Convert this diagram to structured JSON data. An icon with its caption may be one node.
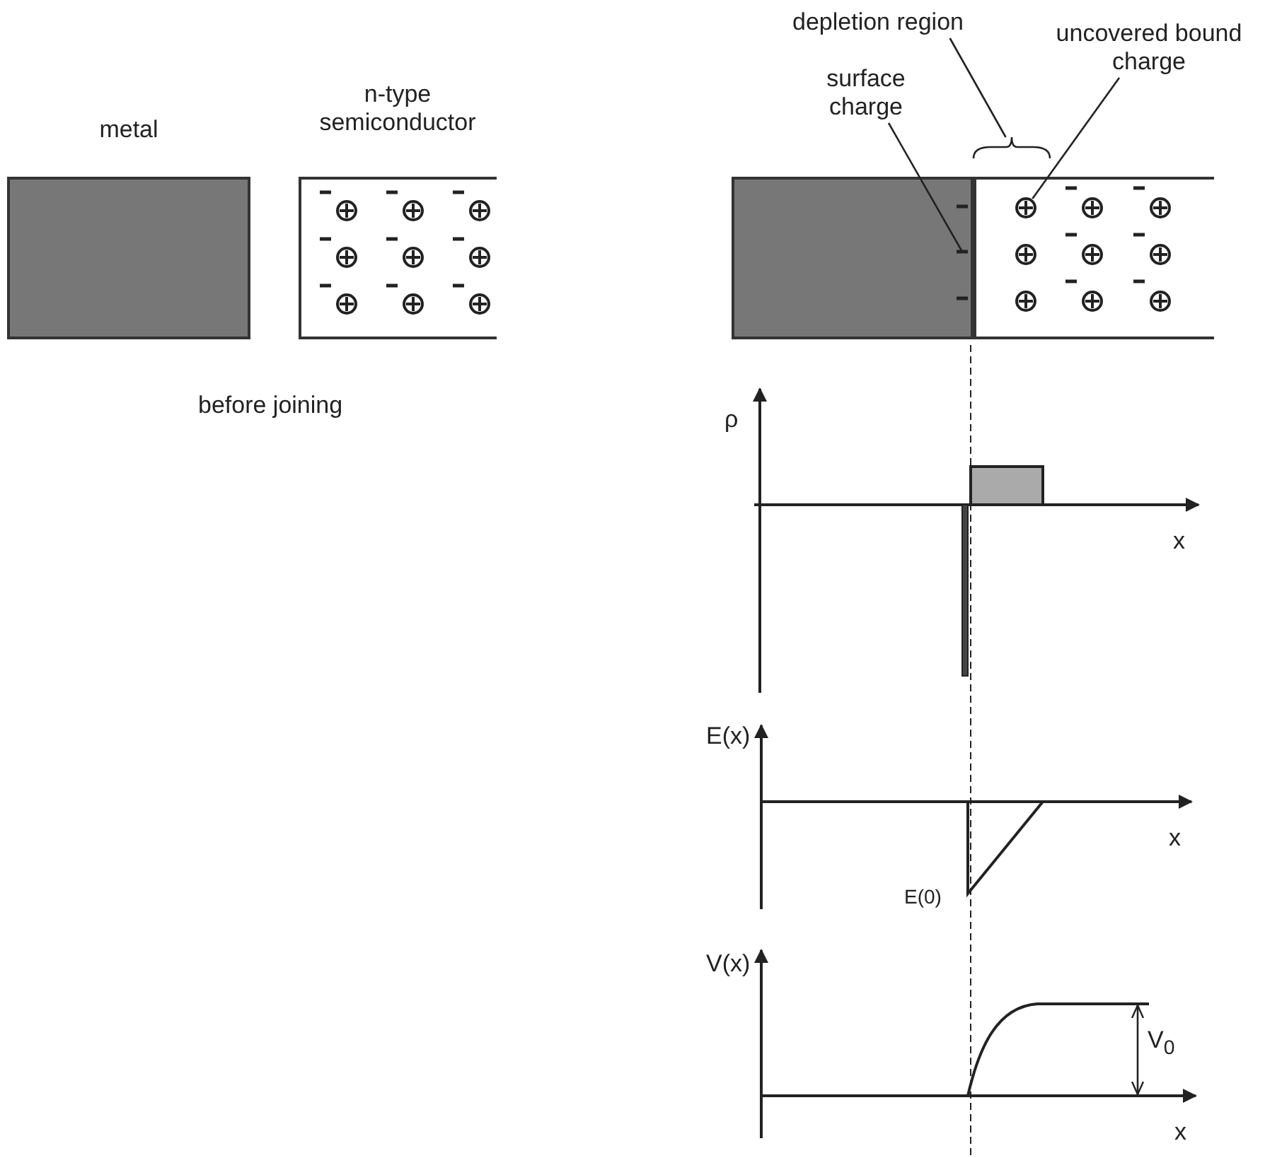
{
  "diagram": {
    "nodes": [
      {
        "text": [
          "metal"
        ]
      },
      {
        "text": [
          "n-type semiconductor"
        ]
      },
      {
        "text": [
          "depletion region"
        ]
      },
      {
        "text": [
          "uncovered bound charge"
        ]
      },
      {
        "text": [
          "surface charge"
        ]
      },
      {
        "text": [],
        "shape": "box"
      },
      {
        "text": [],
        "shape": "box"
      },
      {
        "text": [],
        "shape": "brace"
      },
      {
        "text": [],
        "shape": "circle",
        "in": 6
      },
      {
        "text": [],
        "shape": "bar",
        "in": 5
      }
    ],
    "edges": [
      {
        "from": 2,
        "to": 7,
        "arrow": "none"
      },
      {
        "from": 3,
        "to": 8,
        "arrow": "none"
      },
      {
        "from": 4,
        "to": 9,
        "arrow": "none"
      }
    ],
    "labels": [
      "before joining",
      "ρ",
      "x",
      "E(x)",
      "x",
      "E(0)",
      "V(x)",
      "V$_{0}$",
      "x"
    ]
  }
}
